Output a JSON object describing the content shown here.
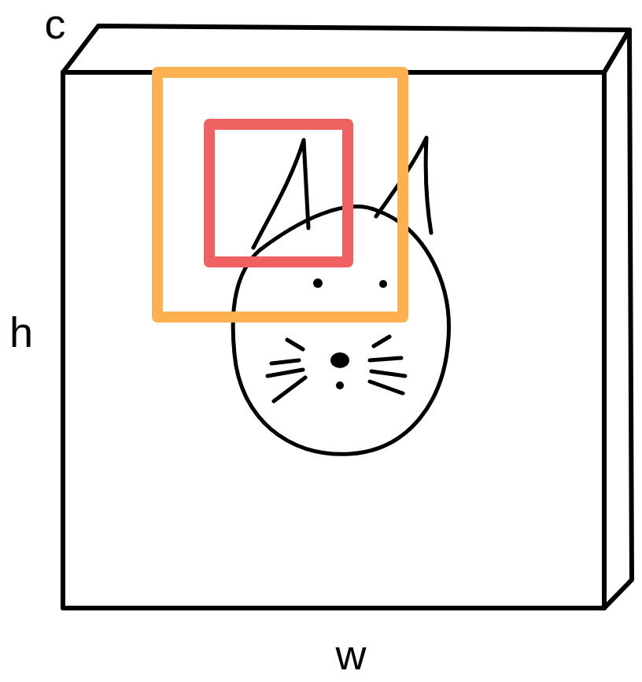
{
  "diagram": {
    "labels": [
      "c",
      "h",
      "w"
    ]
  }
}
